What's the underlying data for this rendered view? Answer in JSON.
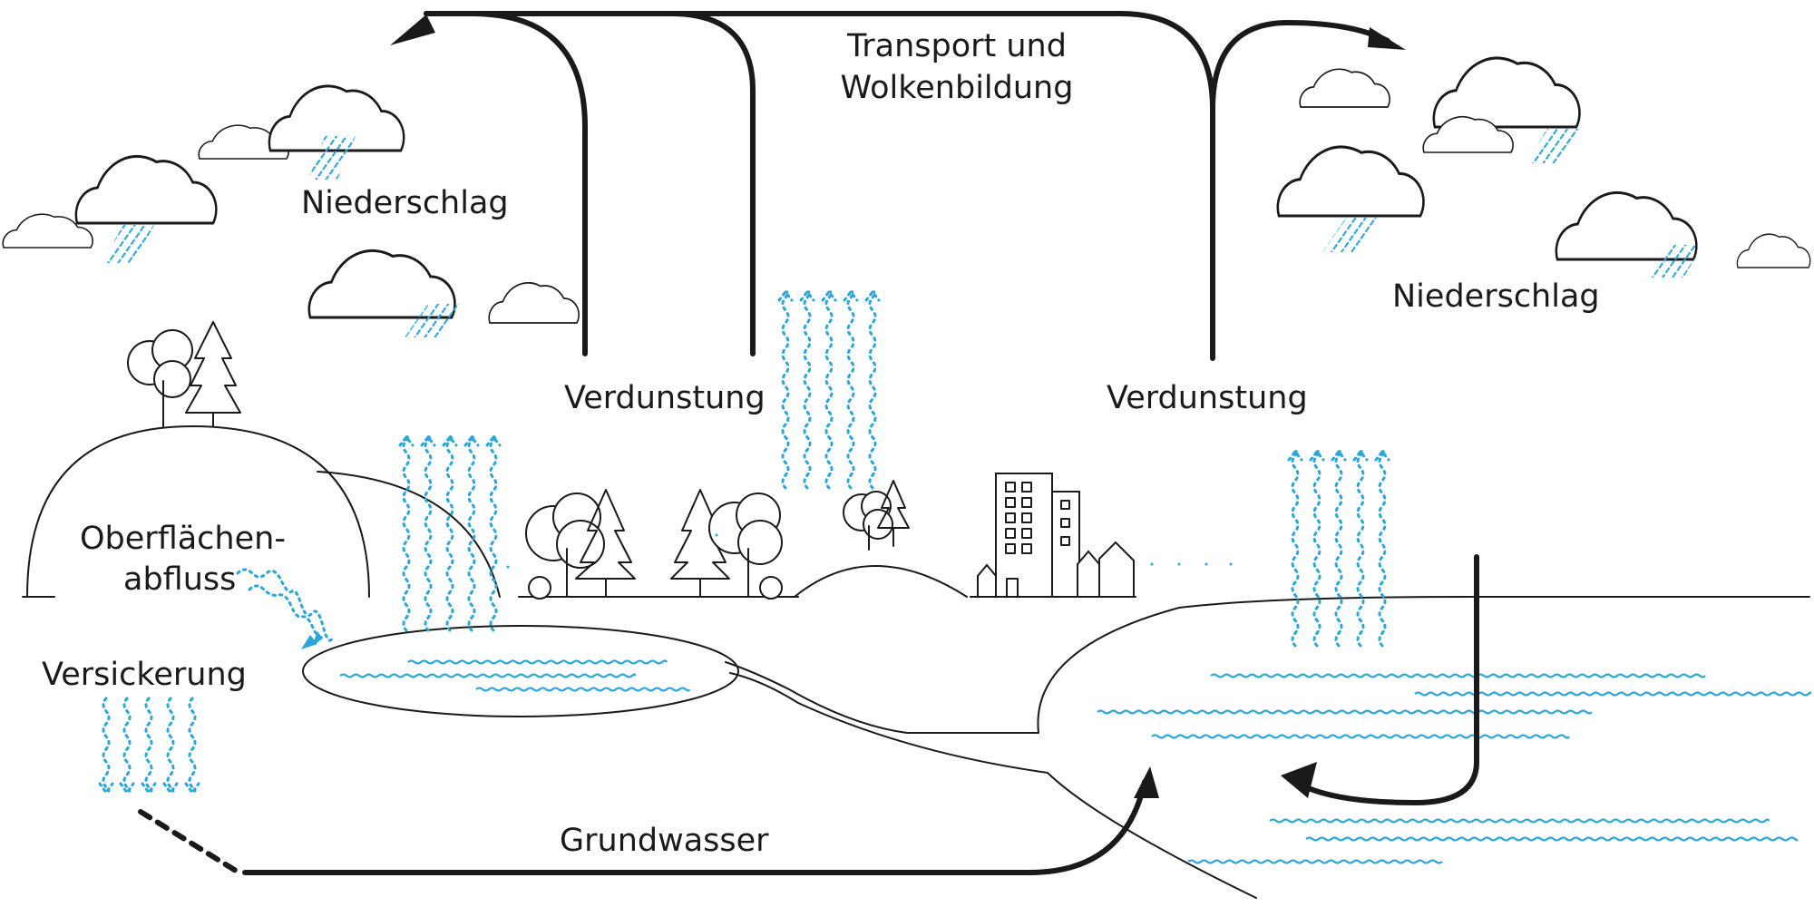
{
  "labels": {
    "transport_line1": "Transport und",
    "transport_line2": "Wolkenbildung",
    "precip_left": "Niederschlag",
    "precip_right": "Niederschlag",
    "evap_left": "Verdunstung",
    "evap_right": "Verdunstung",
    "runoff_line1": "Oberflächen-",
    "runoff_line2": "abfluss",
    "infiltration": "Versickerung",
    "groundwater": "Grundwasser"
  },
  "colors": {
    "ink": "#1a1a1a",
    "water": "#2aa7d8",
    "background": "#ffffff"
  }
}
